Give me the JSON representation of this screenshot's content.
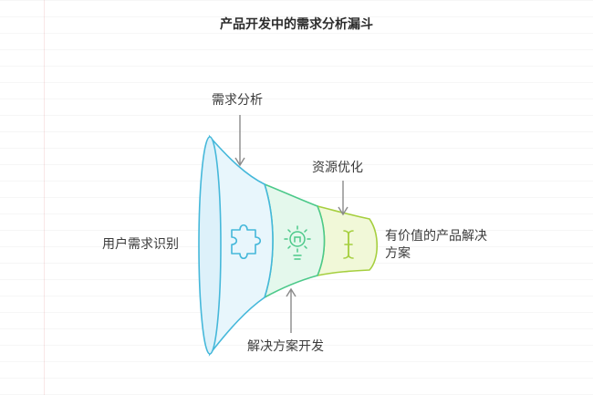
{
  "title": "产品开发中的需求分析漏斗",
  "labels": {
    "demand_analysis": "需求分析",
    "resource_optimization": "资源优化",
    "user_needs": "用户需求识别",
    "valuable_solution": "有价值的产品解决方案",
    "solution_development": "解决方案开发"
  },
  "stages": [
    {
      "stage": "用户需求识别",
      "icon": "puzzle-icon",
      "color": "#45b8da"
    },
    {
      "stage": "解决方案开发",
      "icon": "lightbulb-gear-icon",
      "color": "#4cc98a"
    },
    {
      "stage": "资源优化",
      "icon": "text-cursor-icon",
      "color": "#a6cf3f"
    }
  ],
  "colors": {
    "cyan_stroke": "#45b8da",
    "cyan_fill": "#e8f6fc",
    "green_stroke": "#4cc98a",
    "green_fill": "#e4f8ec",
    "lime_stroke": "#a6cf3f",
    "lime_fill": "#f1f8d8",
    "arrow": "#8a8a8a",
    "text": "#3b3b3b"
  }
}
